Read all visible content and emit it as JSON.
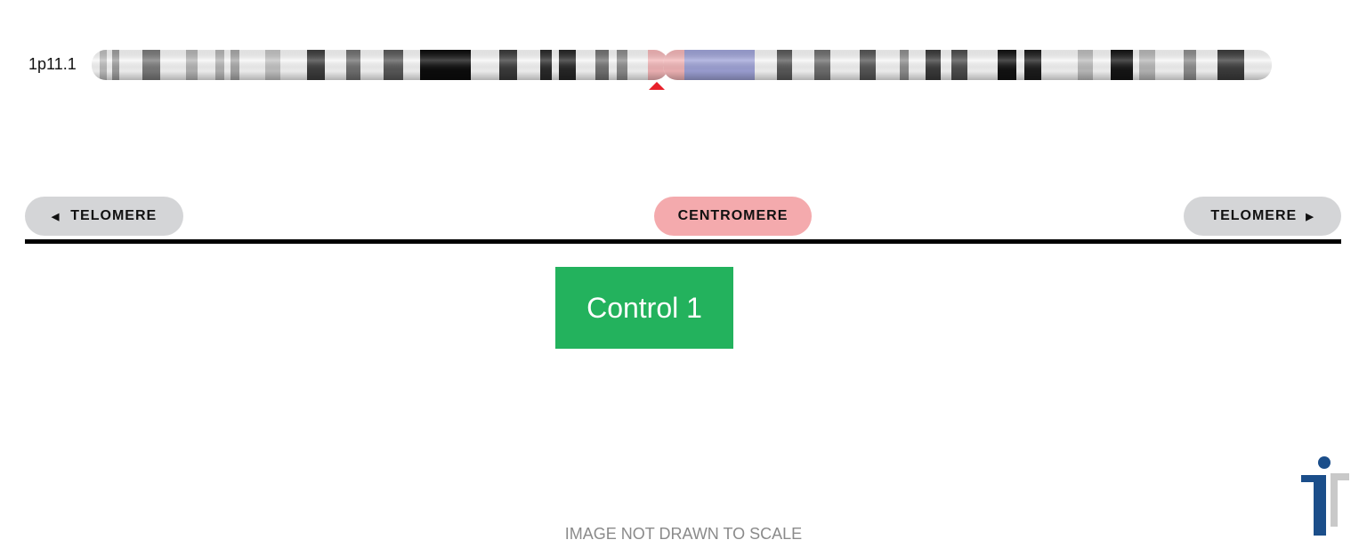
{
  "chromosome": {
    "band_label": "1p11.1",
    "centromere_color": "#f4b6b8",
    "heterochromatin_color": "#9fa3d8",
    "marker_color": "#e8202a"
  },
  "orientation": {
    "left_label": "TELOMERE",
    "center_label": "CENTROMERE",
    "right_label": "TELOMERE",
    "left_arrow": "◀",
    "right_arrow": "▶"
  },
  "probe": {
    "label": "Control 1",
    "color": "#23b25d"
  },
  "footnote": "IMAGE NOT DRAWN TO SCALE"
}
